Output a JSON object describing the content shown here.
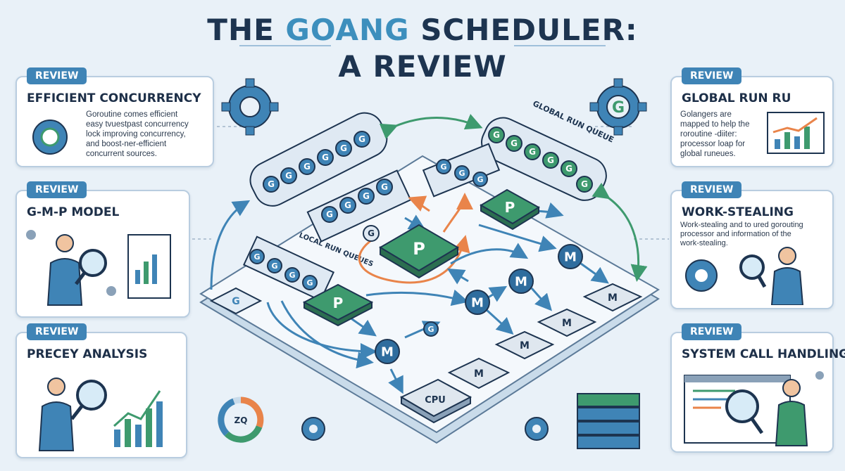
{
  "header": {
    "title_prefix": "THE ",
    "title_accent": "GOANG",
    "title_suffix": " SCHEDULER:",
    "subtitle": "A REVIEW"
  },
  "cards": {
    "efficient": {
      "badge": "REVIEW",
      "title": "EFFICIENT CONCURRENCY",
      "text": "Goroutine comes efficient\neasy tvuestpast concurrency\nlock improving concurrency,\nand boost-ner-efficient\nconcurrent sources."
    },
    "gmp": {
      "badge": "REVIEW",
      "title": "G-M-P MODEL"
    },
    "precey": {
      "badge": "REVIEW",
      "title": "PRECEY ANALYSIS"
    },
    "global": {
      "badge": "REVIEW",
      "title": "GLOBAL RUN RU",
      "text": "Golangers are\nmapped to help the\nroroutine -diiter:\nprocessor loap for\nglobal runeues."
    },
    "work": {
      "badge": "REVIEW",
      "title": "WORK-STEALING",
      "text": "Work-stealing and to ured gorouting\nprocessor and information of the\nwork-stealing."
    },
    "syscall": {
      "badge": "REVIEW",
      "title": "SYSTEM CALL HANDLING"
    }
  },
  "diagram": {
    "global_queue_label": "GLOBAL RUN QUEUE",
    "local_queue_label": "LOCAL RUN QUEUES",
    "g": "G",
    "p": "P",
    "m": "M",
    "cpu": "CPU",
    "zq": "ZQ"
  },
  "colors": {
    "navy": "#1d3450",
    "blue": "#3f84b6",
    "green": "#3e9a6e",
    "orange": "#e9844a",
    "background": "#e9f1f8"
  }
}
